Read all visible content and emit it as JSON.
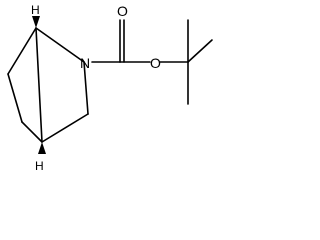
{
  "molecule": {
    "atoms": {
      "h_top": "H",
      "nitrogen": "N",
      "oxygen_carbonyl": "O",
      "oxygen_ester": "O",
      "h_bottom": "H"
    },
    "colors": {
      "bond": "#000000",
      "background": "#ffffff"
    }
  }
}
